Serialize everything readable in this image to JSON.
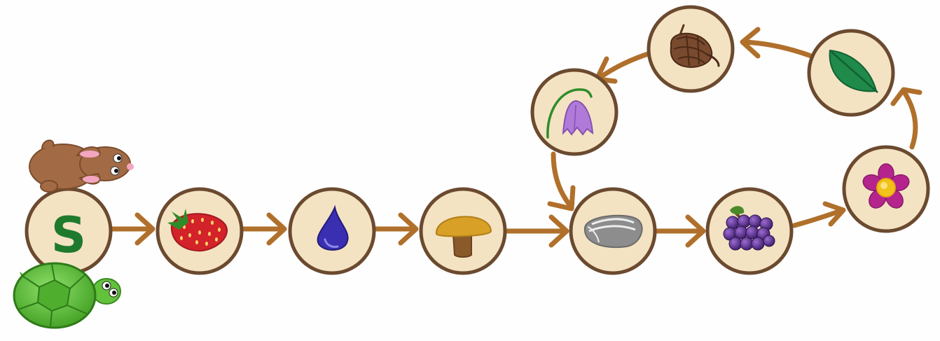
{
  "board": {
    "start_label": "S",
    "path": [
      {
        "id": "start",
        "icon": "start-s"
      },
      {
        "id": "strawberry",
        "icon": "strawberry-icon"
      },
      {
        "id": "water-drop",
        "icon": "water-drop-icon"
      },
      {
        "id": "mushroom",
        "icon": "mushroom-icon"
      },
      {
        "id": "stone",
        "icon": "stone-icon"
      },
      {
        "id": "bluebell",
        "icon": "bluebell-icon"
      },
      {
        "id": "pinecone",
        "icon": "pinecone-icon"
      },
      {
        "id": "leaf",
        "icon": "leaf-icon"
      },
      {
        "id": "flower",
        "icon": "flower-icon"
      },
      {
        "id": "grapes",
        "icon": "grapes-icon"
      },
      {
        "id": "stone-return",
        "icon": "stone-icon"
      }
    ],
    "pieces": [
      {
        "id": "rabbit",
        "icon": "rabbit-icon",
        "on": "start"
      },
      {
        "id": "turtle",
        "icon": "turtle-icon",
        "on": "start"
      }
    ],
    "colors": {
      "background": "#fefefe",
      "tile_fill": "#f4e3c3",
      "tile_border": "#6b4a2f",
      "arrow": "#b0702b",
      "start_letter": "#1f7a2d"
    }
  }
}
